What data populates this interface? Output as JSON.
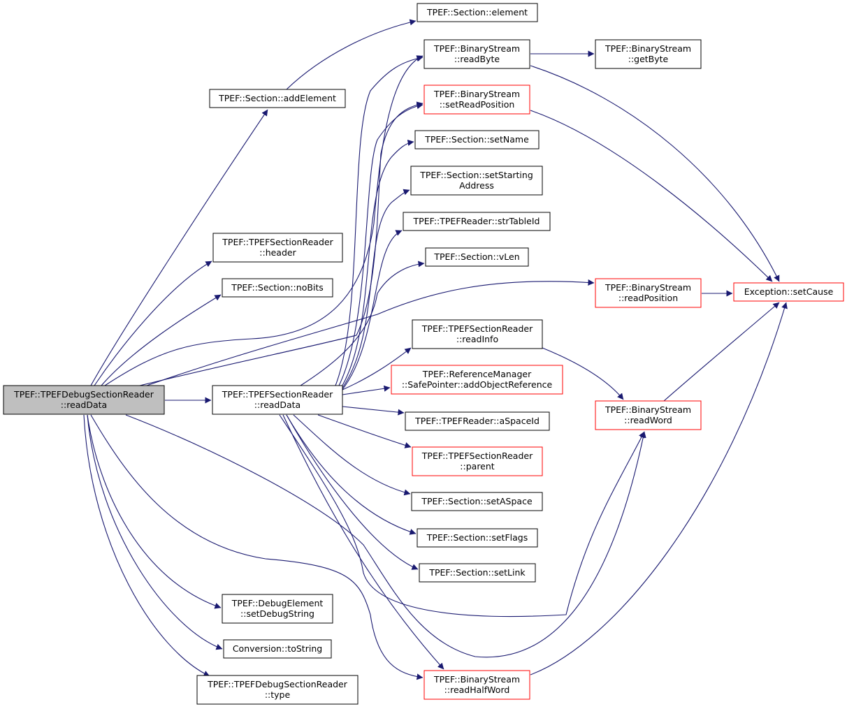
{
  "colors": {
    "edge": "#191970",
    "border_normal": "#000000",
    "border_red": "#ff0000",
    "root_fill": "#bfbfbf",
    "node_fill": "#ffffff"
  },
  "nodes": [
    {
      "id": "root",
      "lines": [
        "TPEF::TPEFDebugSectionReader",
        "::readData"
      ],
      "style": "root"
    },
    {
      "id": "addElement",
      "lines": [
        "TPEF::Section::addElement"
      ],
      "style": "normal"
    },
    {
      "id": "header",
      "lines": [
        "TPEF::TPEFSectionReader",
        "::header"
      ],
      "style": "normal"
    },
    {
      "id": "noBits",
      "lines": [
        "TPEF::Section::noBits"
      ],
      "style": "normal"
    },
    {
      "id": "secReadData",
      "lines": [
        "TPEF::TPEFSectionReader",
        "::readData"
      ],
      "style": "normal"
    },
    {
      "id": "setDebugString",
      "lines": [
        "TPEF::DebugElement",
        "::setDebugString"
      ],
      "style": "normal"
    },
    {
      "id": "toString",
      "lines": [
        "Conversion::toString"
      ],
      "style": "normal"
    },
    {
      "id": "type",
      "lines": [
        "TPEF::TPEFDebugSectionReader",
        "::type"
      ],
      "style": "normal"
    },
    {
      "id": "element",
      "lines": [
        "TPEF::Section::element"
      ],
      "style": "normal"
    },
    {
      "id": "readByte",
      "lines": [
        "TPEF::BinaryStream",
        "::readByte"
      ],
      "style": "normal"
    },
    {
      "id": "setReadPosition",
      "lines": [
        "TPEF::BinaryStream",
        "::setReadPosition"
      ],
      "style": "red"
    },
    {
      "id": "setName",
      "lines": [
        "TPEF::Section::setName"
      ],
      "style": "normal"
    },
    {
      "id": "setStartingAddress",
      "lines": [
        "TPEF::Section::setStarting",
        "Address"
      ],
      "style": "normal"
    },
    {
      "id": "strTableId",
      "lines": [
        "TPEF::TPEFReader::strTableId"
      ],
      "style": "normal"
    },
    {
      "id": "vLen",
      "lines": [
        "TPEF::Section::vLen"
      ],
      "style": "normal"
    },
    {
      "id": "readInfo",
      "lines": [
        "TPEF::TPEFSectionReader",
        "::readInfo"
      ],
      "style": "normal"
    },
    {
      "id": "addObjectReference",
      "lines": [
        "TPEF::ReferenceManager",
        "::SafePointer::addObjectReference"
      ],
      "style": "red"
    },
    {
      "id": "aSpaceId",
      "lines": [
        "TPEF::TPEFReader::aSpaceId"
      ],
      "style": "normal"
    },
    {
      "id": "parent",
      "lines": [
        "TPEF::TPEFSectionReader",
        "::parent"
      ],
      "style": "red"
    },
    {
      "id": "setASpace",
      "lines": [
        "TPEF::Section::setASpace"
      ],
      "style": "normal"
    },
    {
      "id": "setFlags",
      "lines": [
        "TPEF::Section::setFlags"
      ],
      "style": "normal"
    },
    {
      "id": "setLink",
      "lines": [
        "TPEF::Section::setLink"
      ],
      "style": "normal"
    },
    {
      "id": "readHalfWord",
      "lines": [
        "TPEF::BinaryStream",
        "::readHalfWord"
      ],
      "style": "red"
    },
    {
      "id": "getByte",
      "lines": [
        "TPEF::BinaryStream",
        "::getByte"
      ],
      "style": "normal"
    },
    {
      "id": "readPosition",
      "lines": [
        "TPEF::BinaryStream",
        "::readPosition"
      ],
      "style": "red"
    },
    {
      "id": "readWord",
      "lines": [
        "TPEF::BinaryStream",
        "::readWord"
      ],
      "style": "red"
    },
    {
      "id": "setCause",
      "lines": [
        "Exception::setCause"
      ],
      "style": "red"
    }
  ],
  "edges": [
    {
      "from": "root",
      "to": "addElement"
    },
    {
      "from": "root",
      "to": "header"
    },
    {
      "from": "root",
      "to": "noBits"
    },
    {
      "from": "root",
      "to": "secReadData"
    },
    {
      "from": "root",
      "to": "setDebugString"
    },
    {
      "from": "root",
      "to": "toString"
    },
    {
      "from": "root",
      "to": "type"
    },
    {
      "from": "root",
      "to": "readByte"
    },
    {
      "from": "root",
      "to": "setReadPosition"
    },
    {
      "from": "root",
      "to": "readPosition"
    },
    {
      "from": "root",
      "to": "readHalfWord"
    },
    {
      "from": "root",
      "to": "readWord"
    },
    {
      "from": "addElement",
      "to": "element"
    },
    {
      "from": "secReadData",
      "to": "readByte"
    },
    {
      "from": "secReadData",
      "to": "setReadPosition"
    },
    {
      "from": "secReadData",
      "to": "setName"
    },
    {
      "from": "secReadData",
      "to": "setStartingAddress"
    },
    {
      "from": "secReadData",
      "to": "strTableId"
    },
    {
      "from": "secReadData",
      "to": "vLen"
    },
    {
      "from": "secReadData",
      "to": "readInfo"
    },
    {
      "from": "secReadData",
      "to": "addObjectReference"
    },
    {
      "from": "secReadData",
      "to": "aSpaceId"
    },
    {
      "from": "secReadData",
      "to": "parent"
    },
    {
      "from": "secReadData",
      "to": "setASpace"
    },
    {
      "from": "secReadData",
      "to": "setFlags"
    },
    {
      "from": "secReadData",
      "to": "setLink"
    },
    {
      "from": "secReadData",
      "to": "readHalfWord"
    },
    {
      "from": "secReadData",
      "to": "readWord"
    },
    {
      "from": "readByte",
      "to": "getByte"
    },
    {
      "from": "readByte",
      "to": "setCause"
    },
    {
      "from": "setReadPosition",
      "to": "setCause"
    },
    {
      "from": "readPosition",
      "to": "setCause"
    },
    {
      "from": "readInfo",
      "to": "readWord"
    },
    {
      "from": "readWord",
      "to": "setCause"
    },
    {
      "from": "readHalfWord",
      "to": "setCause"
    }
  ]
}
